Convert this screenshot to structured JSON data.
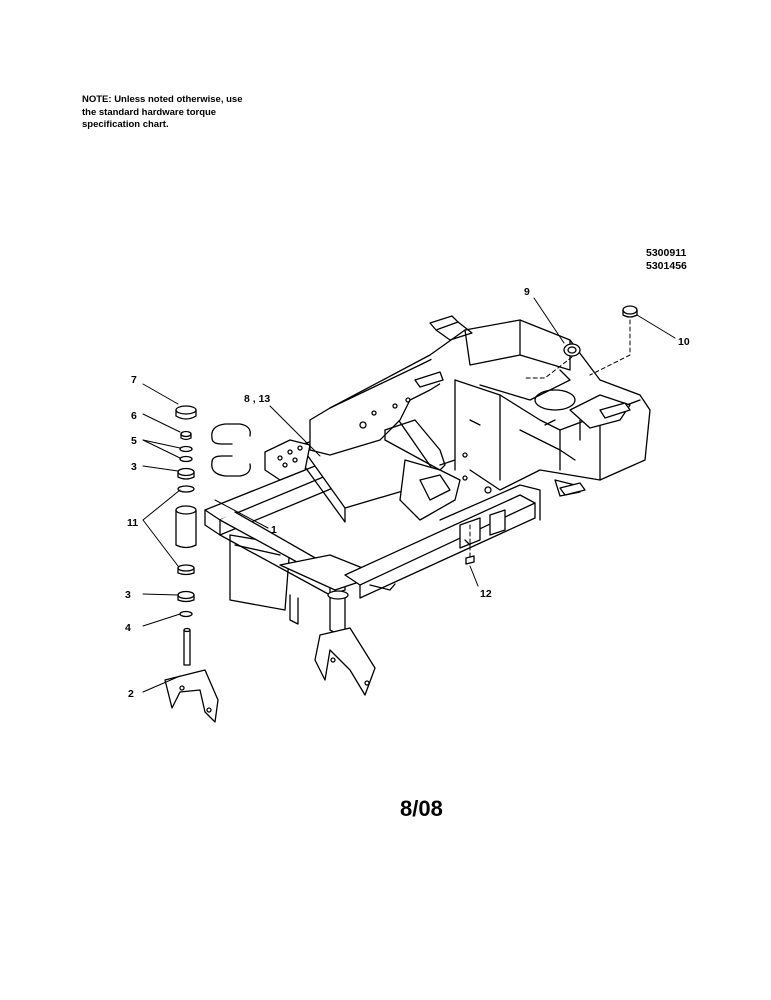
{
  "note": {
    "line1": "NOTE: Unless noted otherwise, use",
    "line2": "the standard hardware torque",
    "line3": "specification chart."
  },
  "part_numbers": [
    "5300911",
    "5301456"
  ],
  "callouts": {
    "c1": "1",
    "c2": "2",
    "c3a": "3",
    "c3b": "3",
    "c4": "4",
    "c5": "5",
    "c6": "6",
    "c7": "7",
    "c8_13": "8 , 13",
    "c9": "9",
    "c10": "10",
    "c11": "11",
    "c12": "12"
  },
  "date_code": "8/08"
}
